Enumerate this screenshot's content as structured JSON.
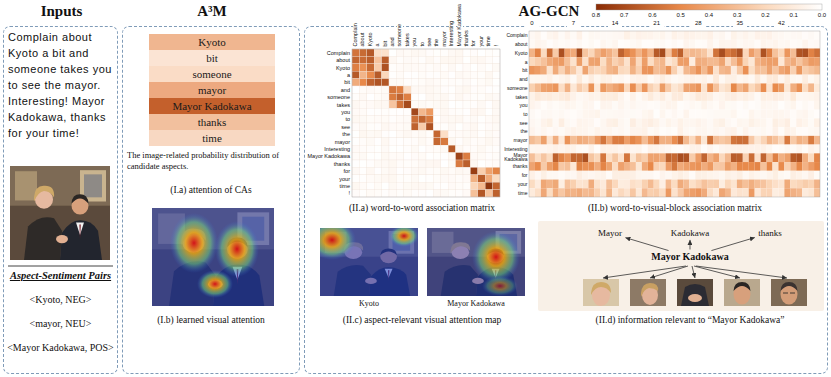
{
  "diagram": {
    "nodes": [
      {
        "text": [
          "Inputs"
        ]
      },
      {
        "text": [
          "A³M"
        ]
      },
      {
        "text": [
          "AG-GCN"
        ]
      },
      {
        "text": [
          "Kyoto"
        ],
        "in": 1
      },
      {
        "text": [
          "bit"
        ],
        "in": 1
      },
      {
        "text": [
          "someone"
        ],
        "in": 1
      },
      {
        "text": [
          "mayor"
        ],
        "in": 1
      },
      {
        "text": [
          "Mayor Kadokawa"
        ],
        "in": 1
      },
      {
        "text": [
          "thanks"
        ],
        "in": 1
      },
      {
        "text": [
          "time"
        ],
        "in": 1
      },
      {
        "text": [
          "Mayor"
        ],
        "in": 2
      },
      {
        "text": [
          "Kadokawa"
        ],
        "in": 2
      },
      {
        "text": [
          "thanks"
        ],
        "in": 2
      },
      {
        "text": [
          "Mayor Kadokawa"
        ],
        "in": 2
      }
    ],
    "edges": [
      {
        "from": 13,
        "to": 10,
        "arrow": "to"
      },
      {
        "from": 13,
        "to": 11,
        "arrow": "to"
      },
      {
        "from": 13,
        "to": 12,
        "arrow": "to"
      }
    ],
    "labels": [
      "Complain about Kyoto a bit and someone takes you to see the mayor. Interesting! Mayor Kadokawa, thanks for your time!",
      "Aspect-Sentiment Pairs",
      "<Kyoto, NEG>",
      "<mayor, NEU>",
      "<Mayor Kadokawa, POS>",
      "The image-related probability distribution of candidate aspects.",
      "(I.a) attention of CAs",
      "(I.b) learned visual attention",
      "Complain",
      "about",
      "Kyoto",
      "a",
      "bit",
      "and",
      "someone",
      "takes",
      "you",
      "to",
      "see",
      "the",
      "mayor",
      "Interesting",
      "Mayor Kadokawa",
      "thanks",
      "for",
      "your",
      "time",
      "!",
      "Complain",
      "about",
      "Kyoto",
      "a",
      "bit",
      "and",
      "someone",
      "takes",
      "you",
      "to",
      "see",
      "the",
      "mayor",
      "Interesting",
      "Mayor Kadokawa",
      "thanks",
      "for",
      "your",
      "time",
      "!",
      "(II.a) word-to-word association matrix",
      "0.8",
      "0.7",
      "0.6",
      "0.5",
      "0.4",
      "0.3",
      "0.2",
      "0.1",
      "0.0",
      "0",
      "7",
      "14",
      "21",
      "28",
      "35",
      "42",
      "Complain",
      "about",
      "Kyoto",
      "a",
      "bit",
      "and",
      "someone",
      "takes",
      "you",
      "to",
      "see",
      "the",
      "mayor",
      "Interesting",
      "Mayor Kadokawa",
      "thanks",
      "for",
      "your",
      "time",
      "(II.b) word-to-visual-block association matrix",
      "Kyoto",
      "Mayor Kadokawa",
      "(II.c) aspect-relevant visual attention map",
      "(II.d) information relevant to “Mayor Kadokawa”"
    ]
  }
}
